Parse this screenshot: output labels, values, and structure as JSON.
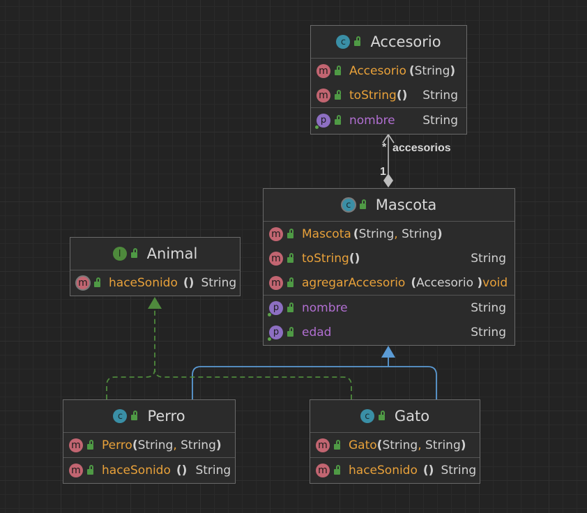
{
  "colors": {
    "background": "#232323",
    "box": "#2b2b2b",
    "method_badge": "#c26571",
    "property_badge": "#8d6fc2",
    "class_badge": "#3a8fa6",
    "interface_badge": "#4e8a3c",
    "orange_text": "#e8a13a",
    "purple_text": "#b16fd1",
    "extends_line": "#5b9bd5",
    "implements_line": "#4f8a3d"
  },
  "relations": {
    "composition_label": "accesorios",
    "mult_many": "*",
    "mult_one": "1"
  },
  "accesorio": {
    "badge": "c",
    "name": "Accesorio",
    "ctor_name": "Accesorio",
    "ctor_params": "String",
    "m1_name": "toString",
    "m1_parens": "()",
    "m1_type": "String",
    "p1_name": "nombre",
    "p1_type": "String"
  },
  "mascota": {
    "badge": "c",
    "name": "Mascota",
    "ctor_name": "Mascota",
    "ctor_param1": "String",
    "ctor_param2": "String",
    "m1_name": "toString",
    "m1_parens": "()",
    "m1_type": "String",
    "m2_name": "agregarAccesorio",
    "m2_params": "Accesorio",
    "m2_type": "void",
    "p1_name": "nombre",
    "p1_type": "String",
    "p2_name": "edad",
    "p2_type": "String"
  },
  "animal": {
    "badge": "I",
    "name": "Animal",
    "m1_name": "haceSonido",
    "m1_parens": "()",
    "m1_type": "String"
  },
  "perro": {
    "badge": "c",
    "name": "Perro",
    "ctor_name": "Perro",
    "ctor_param1": "String",
    "ctor_param2": "String",
    "m1_name": "haceSonido",
    "m1_parens": "()",
    "m1_type": "String"
  },
  "gato": {
    "badge": "c",
    "name": "Gato",
    "ctor_name": "Gato",
    "ctor_param1": "String",
    "ctor_param2": "String",
    "m1_name": "haceSonido",
    "m1_parens": "()",
    "m1_type": "String"
  }
}
